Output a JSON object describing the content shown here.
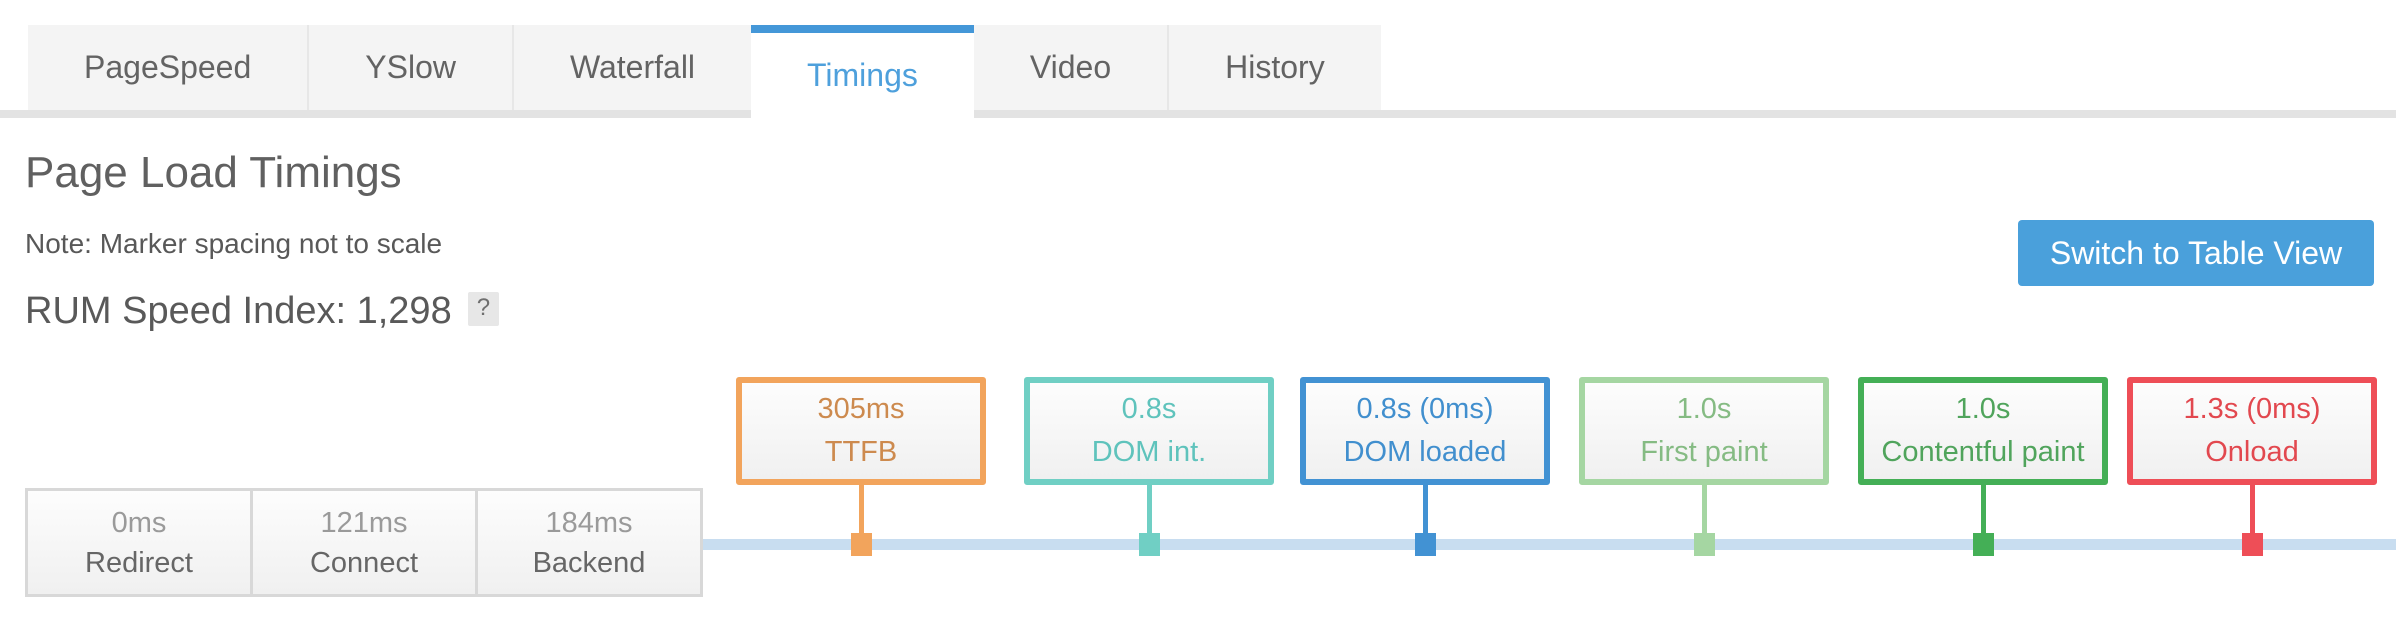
{
  "tabs": {
    "active_color": "#4497D8",
    "active_text_color": "#4EA0DC",
    "items": [
      {
        "label": "PageSpeed",
        "active": false
      },
      {
        "label": "YSlow",
        "active": false
      },
      {
        "label": "Waterfall",
        "active": false
      },
      {
        "label": "Timings",
        "active": true
      },
      {
        "label": "Video",
        "active": false
      },
      {
        "label": "History",
        "active": false
      }
    ]
  },
  "header": {
    "title": "Page Load Timings",
    "note": "Note: Marker spacing not to scale",
    "rum_label": "RUM Speed Index: ",
    "rum_value": "1,298",
    "help_icon": "?",
    "switch_button_label": "Switch to Table View",
    "button_color": "#4AA0DB"
  },
  "timeline": {
    "bar_color": "#C8DDF0",
    "segments": [
      {
        "value": "0ms",
        "label": "Redirect"
      },
      {
        "value": "121ms",
        "label": "Connect"
      },
      {
        "value": "184ms",
        "label": "Backend"
      }
    ],
    "markers": [
      {
        "value": "305ms",
        "label": "TTFB",
        "color": "#F2A45C",
        "text_color": "#CD8A4E"
      },
      {
        "value": "0.8s",
        "label": "DOM int.",
        "color": "#70CFC4",
        "text_color": "#5FC3BC"
      },
      {
        "value": "0.8s (0ms)",
        "label": "DOM loaded",
        "color": "#4292D3",
        "text_color": "#418FCE"
      },
      {
        "value": "1.0s",
        "label": "First paint",
        "color": "#A5D6A2",
        "text_color": "#85BB83"
      },
      {
        "value": "1.0s",
        "label": "Contentful paint",
        "color": "#44AF56",
        "text_color": "#50A45C"
      },
      {
        "value": "1.3s (0ms)",
        "label": "Onload",
        "color": "#EE4E57",
        "text_color": "#E2484F"
      }
    ]
  }
}
